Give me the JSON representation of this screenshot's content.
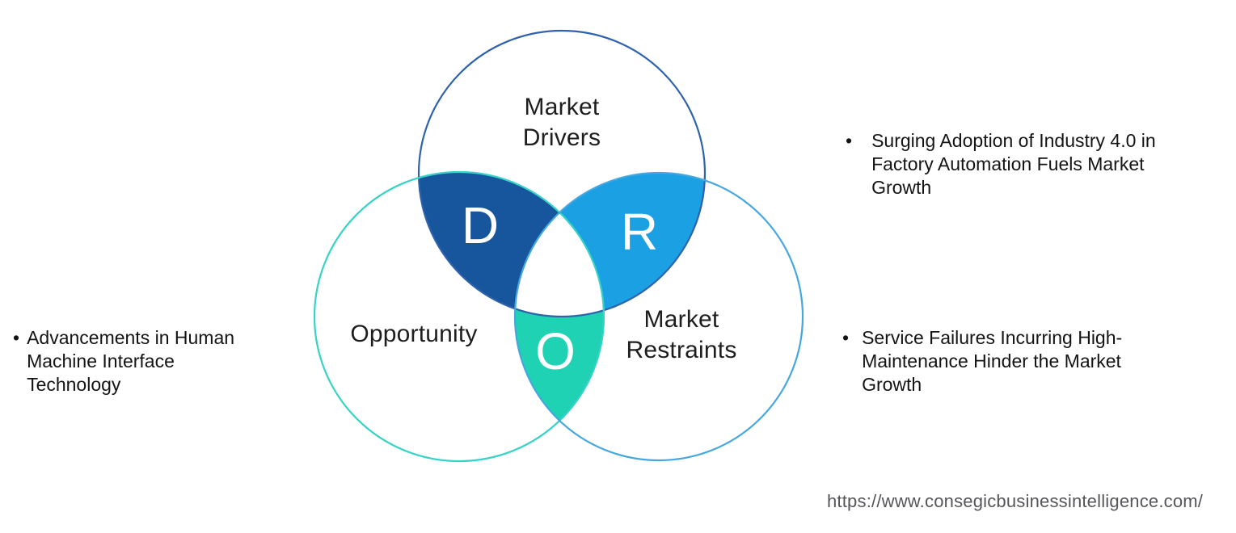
{
  "venn": {
    "circles": {
      "drivers": {
        "label": "Market\nDrivers",
        "stroke": "#2E62AC"
      },
      "opportunity": {
        "label": "Opportunity",
        "stroke": "#36D3C6"
      },
      "restraints": {
        "label": "Market\nRestraints",
        "stroke": "#45A7E0"
      }
    },
    "regions": {
      "d": {
        "letter": "D",
        "color": "#17559D"
      },
      "r": {
        "letter": "R",
        "color": "#1BA0E3"
      },
      "o": {
        "letter": "O",
        "color": "#1ED2B3"
      }
    },
    "center_color": "#FFFFFF",
    "letter_color": "#FFFFFF"
  },
  "bullets": {
    "bullet_char": "•",
    "left": [
      {
        "text": "Advancements in Human\nMachine Interface\nTechnology"
      }
    ],
    "right": [
      {
        "text": "Surging Adoption of Industry 4.0 in\nFactory Automation Fuels Market\nGrowth"
      },
      {
        "text": "Service Failures Incurring High-\nMaintenance Hinder the Market\nGrowth"
      }
    ]
  },
  "footer": {
    "url": "https://www.consegicbusinessintelligence.com/"
  }
}
